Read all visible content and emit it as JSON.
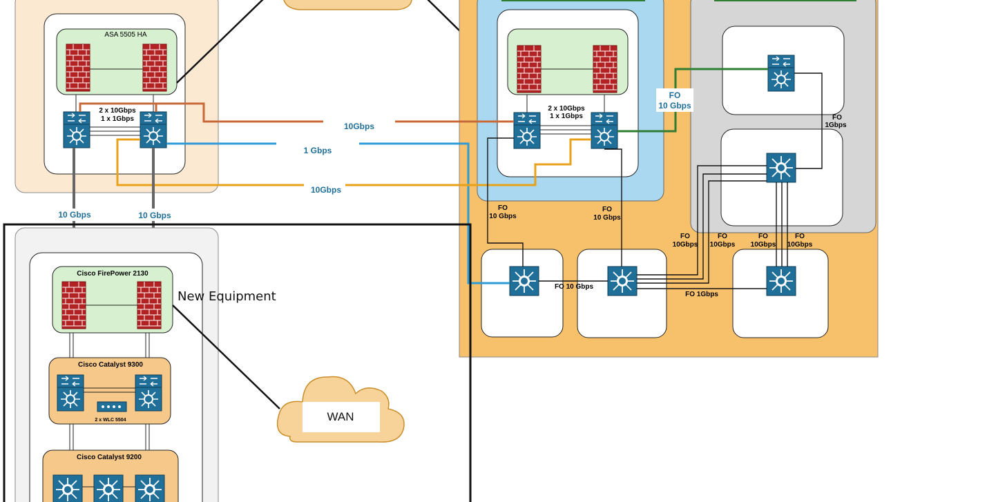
{
  "labels": {
    "asa_ha": "ASA 5505 HA",
    "link_top_left": "2 x 10Gbps",
    "link_top_left_2": "1 x 1Gbps",
    "link_top_right": "2 x 10Gbps",
    "link_top_right_2": "1 x 1Gbps",
    "wan_orange": "10Gbps",
    "wan_blue": "1 Gbps",
    "wan_yellow": "10Gbps",
    "uplink_left": "10 Gbps",
    "uplink_right": "10 Gbps",
    "fo_green": "FO",
    "fo_green_speed": "10 Gbps",
    "fo_1gbps_top": "FO",
    "fo_1gbps_top_speed": "1Gbps",
    "fo_a": "FO",
    "fo_a_speed": "10 Gbps",
    "fo_b": "FO",
    "fo_b_speed": "10 Gbps",
    "fo_c": "FO",
    "fo_c_speed": "10Gbps",
    "fo_d": "FO",
    "fo_d_speed": "10Gbps",
    "fo_e": "FO",
    "fo_e_speed": "10Gbps",
    "fo_f": "FO",
    "fo_f_speed": "10Gbps",
    "fo_mid": "FO 10 Gbps",
    "fo_1g_bottom": "FO 1Gbps",
    "firepower": "Cisco FirePower 2130",
    "cat9300": "Cisco Catalyst 9300",
    "wlc": "2 x WLC 5504",
    "cat9200": "Cisco Catalyst 9200",
    "new_equipment": "New Equipment",
    "wan": "WAN"
  },
  "colors": {
    "firewall_red": "#b22222",
    "switch_blue": "#1f6f99",
    "link_orange": "#c8693a",
    "link_blue": "#2e9bd6",
    "link_yellow": "#e8a21a",
    "link_green": "#2e7d32",
    "panel_beige": "#fbe9d2",
    "panel_orange": "#f7c06b",
    "panel_lightblue": "#a9d8f0",
    "panel_grey": "#d6d6d6",
    "panel_green": "#d6f0d0",
    "panel_catalyst": "#f6c98a",
    "cloud": "#f7d39a"
  }
}
